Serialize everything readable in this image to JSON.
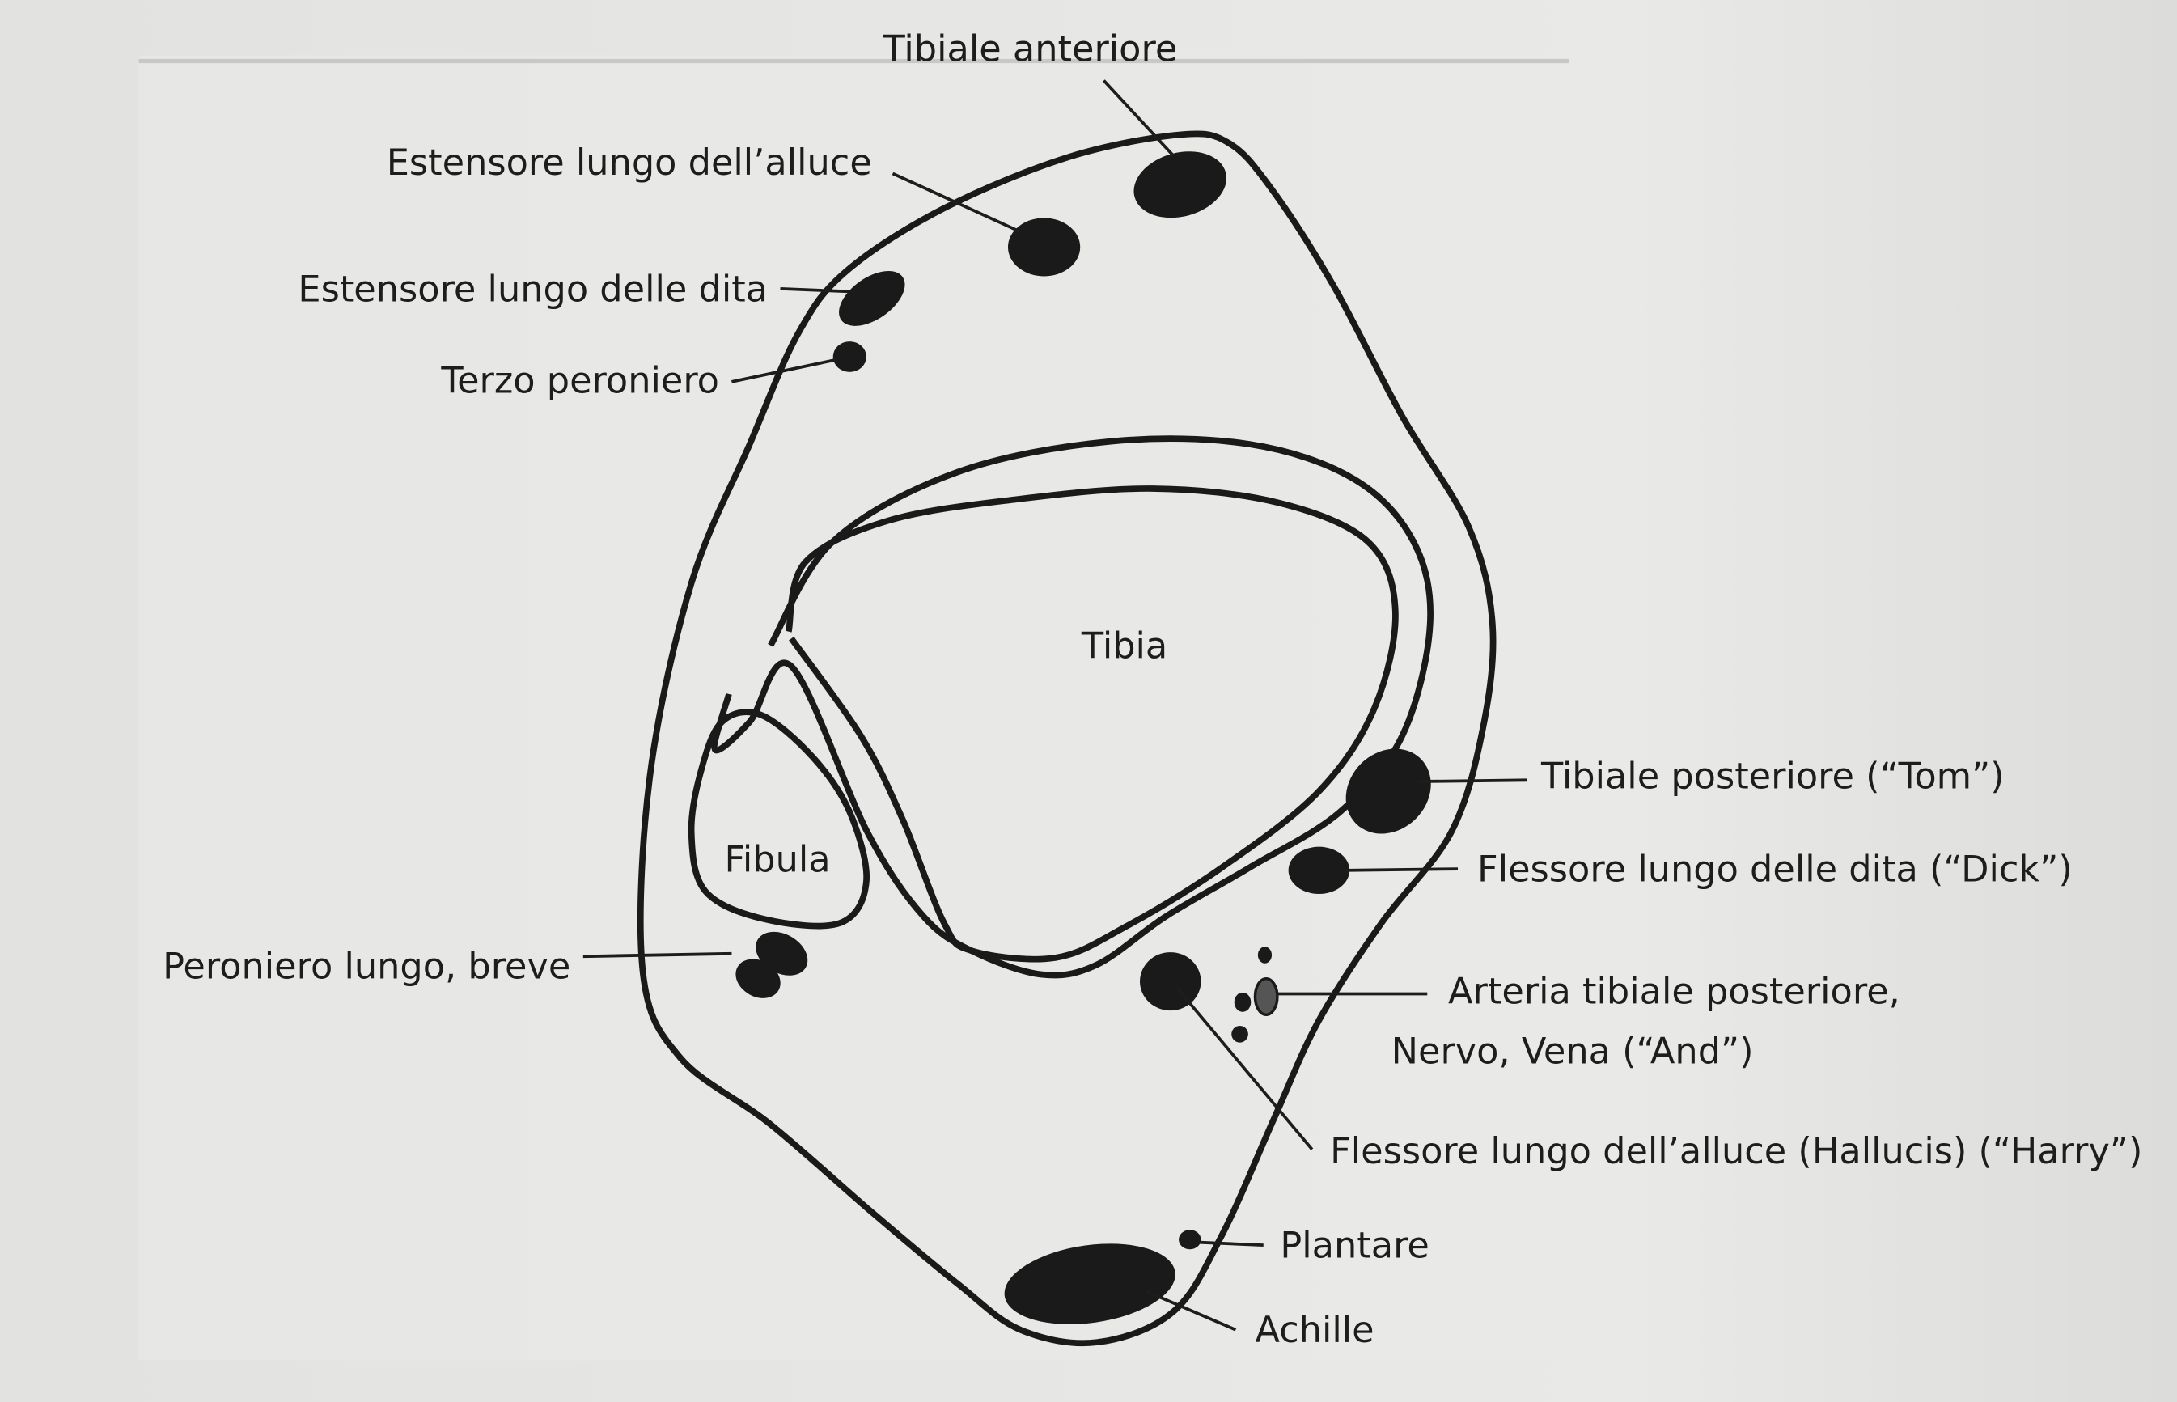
{
  "diagram": {
    "bones": {
      "tibia": "Tibia",
      "fibula": "Fibula"
    },
    "labels": {
      "tibiale_anteriore": "Tibiale anteriore",
      "estensore_alluce": "Estensore lungo dell’alluce",
      "estensore_dita": "Estensore lungo delle dita",
      "terzo_peroniero": "Terzo peroniero",
      "peroniero": "Peroniero lungo, breve",
      "tibiale_posteriore": "Tibiale posteriore (“Tom”)",
      "flessore_dita": "Flessore lungo delle dita (“Dick”)",
      "arteria_1": "Arteria tibiale posteriore,",
      "arteria_2": "Nervo, Vena (“And”)",
      "flessore_alluce": "Flessore lungo dell’alluce (Hallucis) (“Harry”)",
      "plantare": "Plantare",
      "achille": "Achille"
    }
  }
}
